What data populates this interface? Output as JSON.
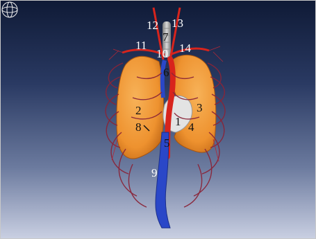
{
  "labels": {
    "l1": "1",
    "l2": "2",
    "l3": "3",
    "l4": "4",
    "l5": "5",
    "l6": "6",
    "l7": "7",
    "l8": "8",
    "l9": "9",
    "l10": "10",
    "l11": "11",
    "l12": "12",
    "l13": "13",
    "l14": "14"
  },
  "colors": {
    "lung": "#f29a3a",
    "lung_shadow": "#c96f1a",
    "rib": "#8a2438",
    "vessel_red": "#d8241c",
    "vessel_blue": "#2a47c8",
    "heart": "#dcdcdc",
    "trachea": "#a9a9a9"
  },
  "icons": {
    "orientation_gizmo": "orientation-gizmo-icon"
  }
}
